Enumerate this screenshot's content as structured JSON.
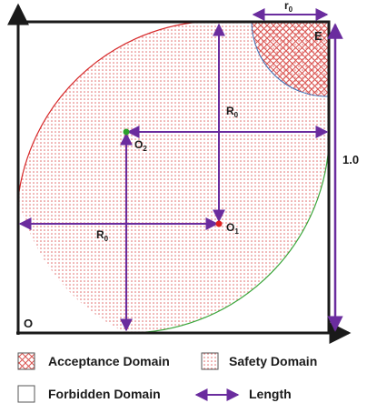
{
  "diagram": {
    "labels": {
      "origin": "O",
      "corner": "E",
      "radius_small": "r",
      "radius_small_sub": "0",
      "radius_big": "R",
      "radius_big_sub": "0",
      "center1": "O",
      "center1_sub": "1",
      "center2": "O",
      "center2_sub": "2",
      "side_length": "1.0"
    },
    "colors": {
      "safety_arc": "#d62728",
      "safety_arc_lower": "#3aa63a",
      "acceptance_arc": "#3b6fb6",
      "hatch": "#d9534f",
      "arrow": "#6a2c9e",
      "axis": "#1a1a1a",
      "center1": "#e02020",
      "center2": "#2ca02c"
    }
  },
  "legend": {
    "acceptance": "Acceptance Domain",
    "safety": "Safety Domain",
    "forbidden": "Forbidden Domain",
    "length": "Length"
  }
}
